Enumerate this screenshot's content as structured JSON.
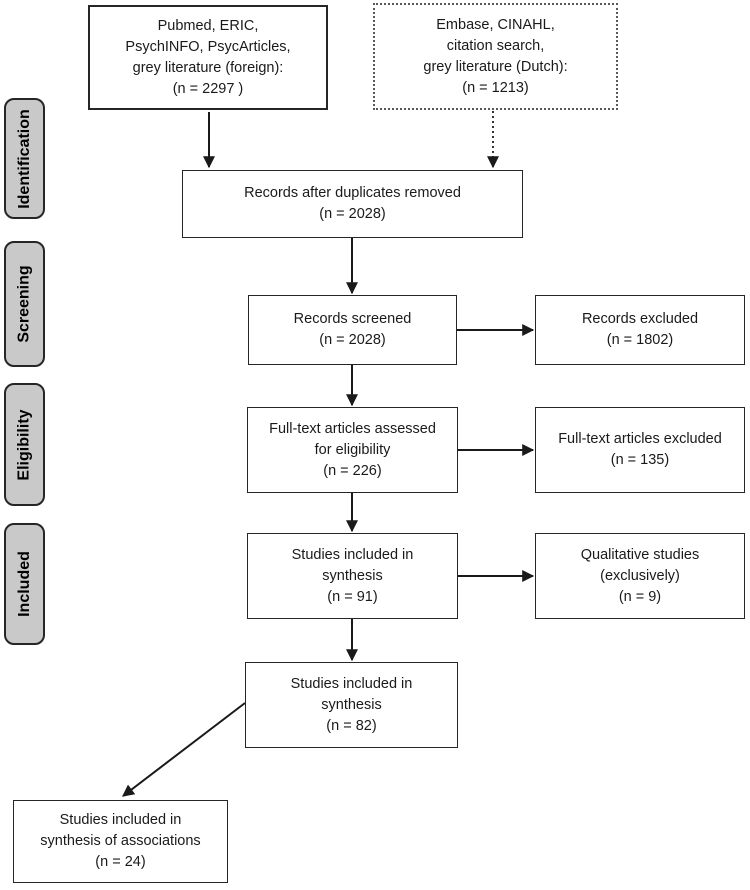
{
  "figure": {
    "type": "PRISMA flow diagram",
    "stages": [
      {
        "label": "Identification"
      },
      {
        "label": "Screening"
      },
      {
        "label": "Eligibility"
      },
      {
        "label": "Included"
      }
    ],
    "boxes": {
      "sources_foreign": "Pubmed, ERIC,\nPsychINFO, PsycArticles,\ngrey literature (foreign):\n(n = 2297 )",
      "sources_dutch": "Embase, CINAHL,\ncitation search,\ngrey literature (Dutch):\n(n = 1213)",
      "duplicates_removed": "Records after duplicates removed\n(n = 2028)",
      "records_screened": "Records screened\n(n = 2028)",
      "records_excluded": "Records excluded\n(n = 1802)",
      "fulltext_assessed": "Full-text articles assessed\nfor eligibility\n(n = 226)",
      "fulltext_excluded": "Full-text articles excluded\n(n = 135)",
      "synthesis_91": "Studies included in\nsynthesis\n(n = 91)",
      "qualitative_9": "Qualitative studies\n(exclusively)\n(n = 9)",
      "synthesis_82": "Studies included in\nsynthesis\n(n = 82)",
      "associations_24": "Studies included in\nsynthesis of associations\n(n = 24)"
    },
    "counts": {
      "sources_foreign": 2297,
      "sources_dutch": 1213,
      "after_duplicates": 2028,
      "screened": 2028,
      "records_excluded": 1802,
      "fulltext_assessed": 226,
      "fulltext_excluded": 135,
      "synthesis": 91,
      "qualitative_exclusively": 9,
      "synthesis_quantitative": 82,
      "synthesis_associations": 24
    },
    "colors": {
      "stage_fill": "#c9c9c9",
      "line": "#1a1a1a",
      "box_background": "#ffffff"
    }
  }
}
